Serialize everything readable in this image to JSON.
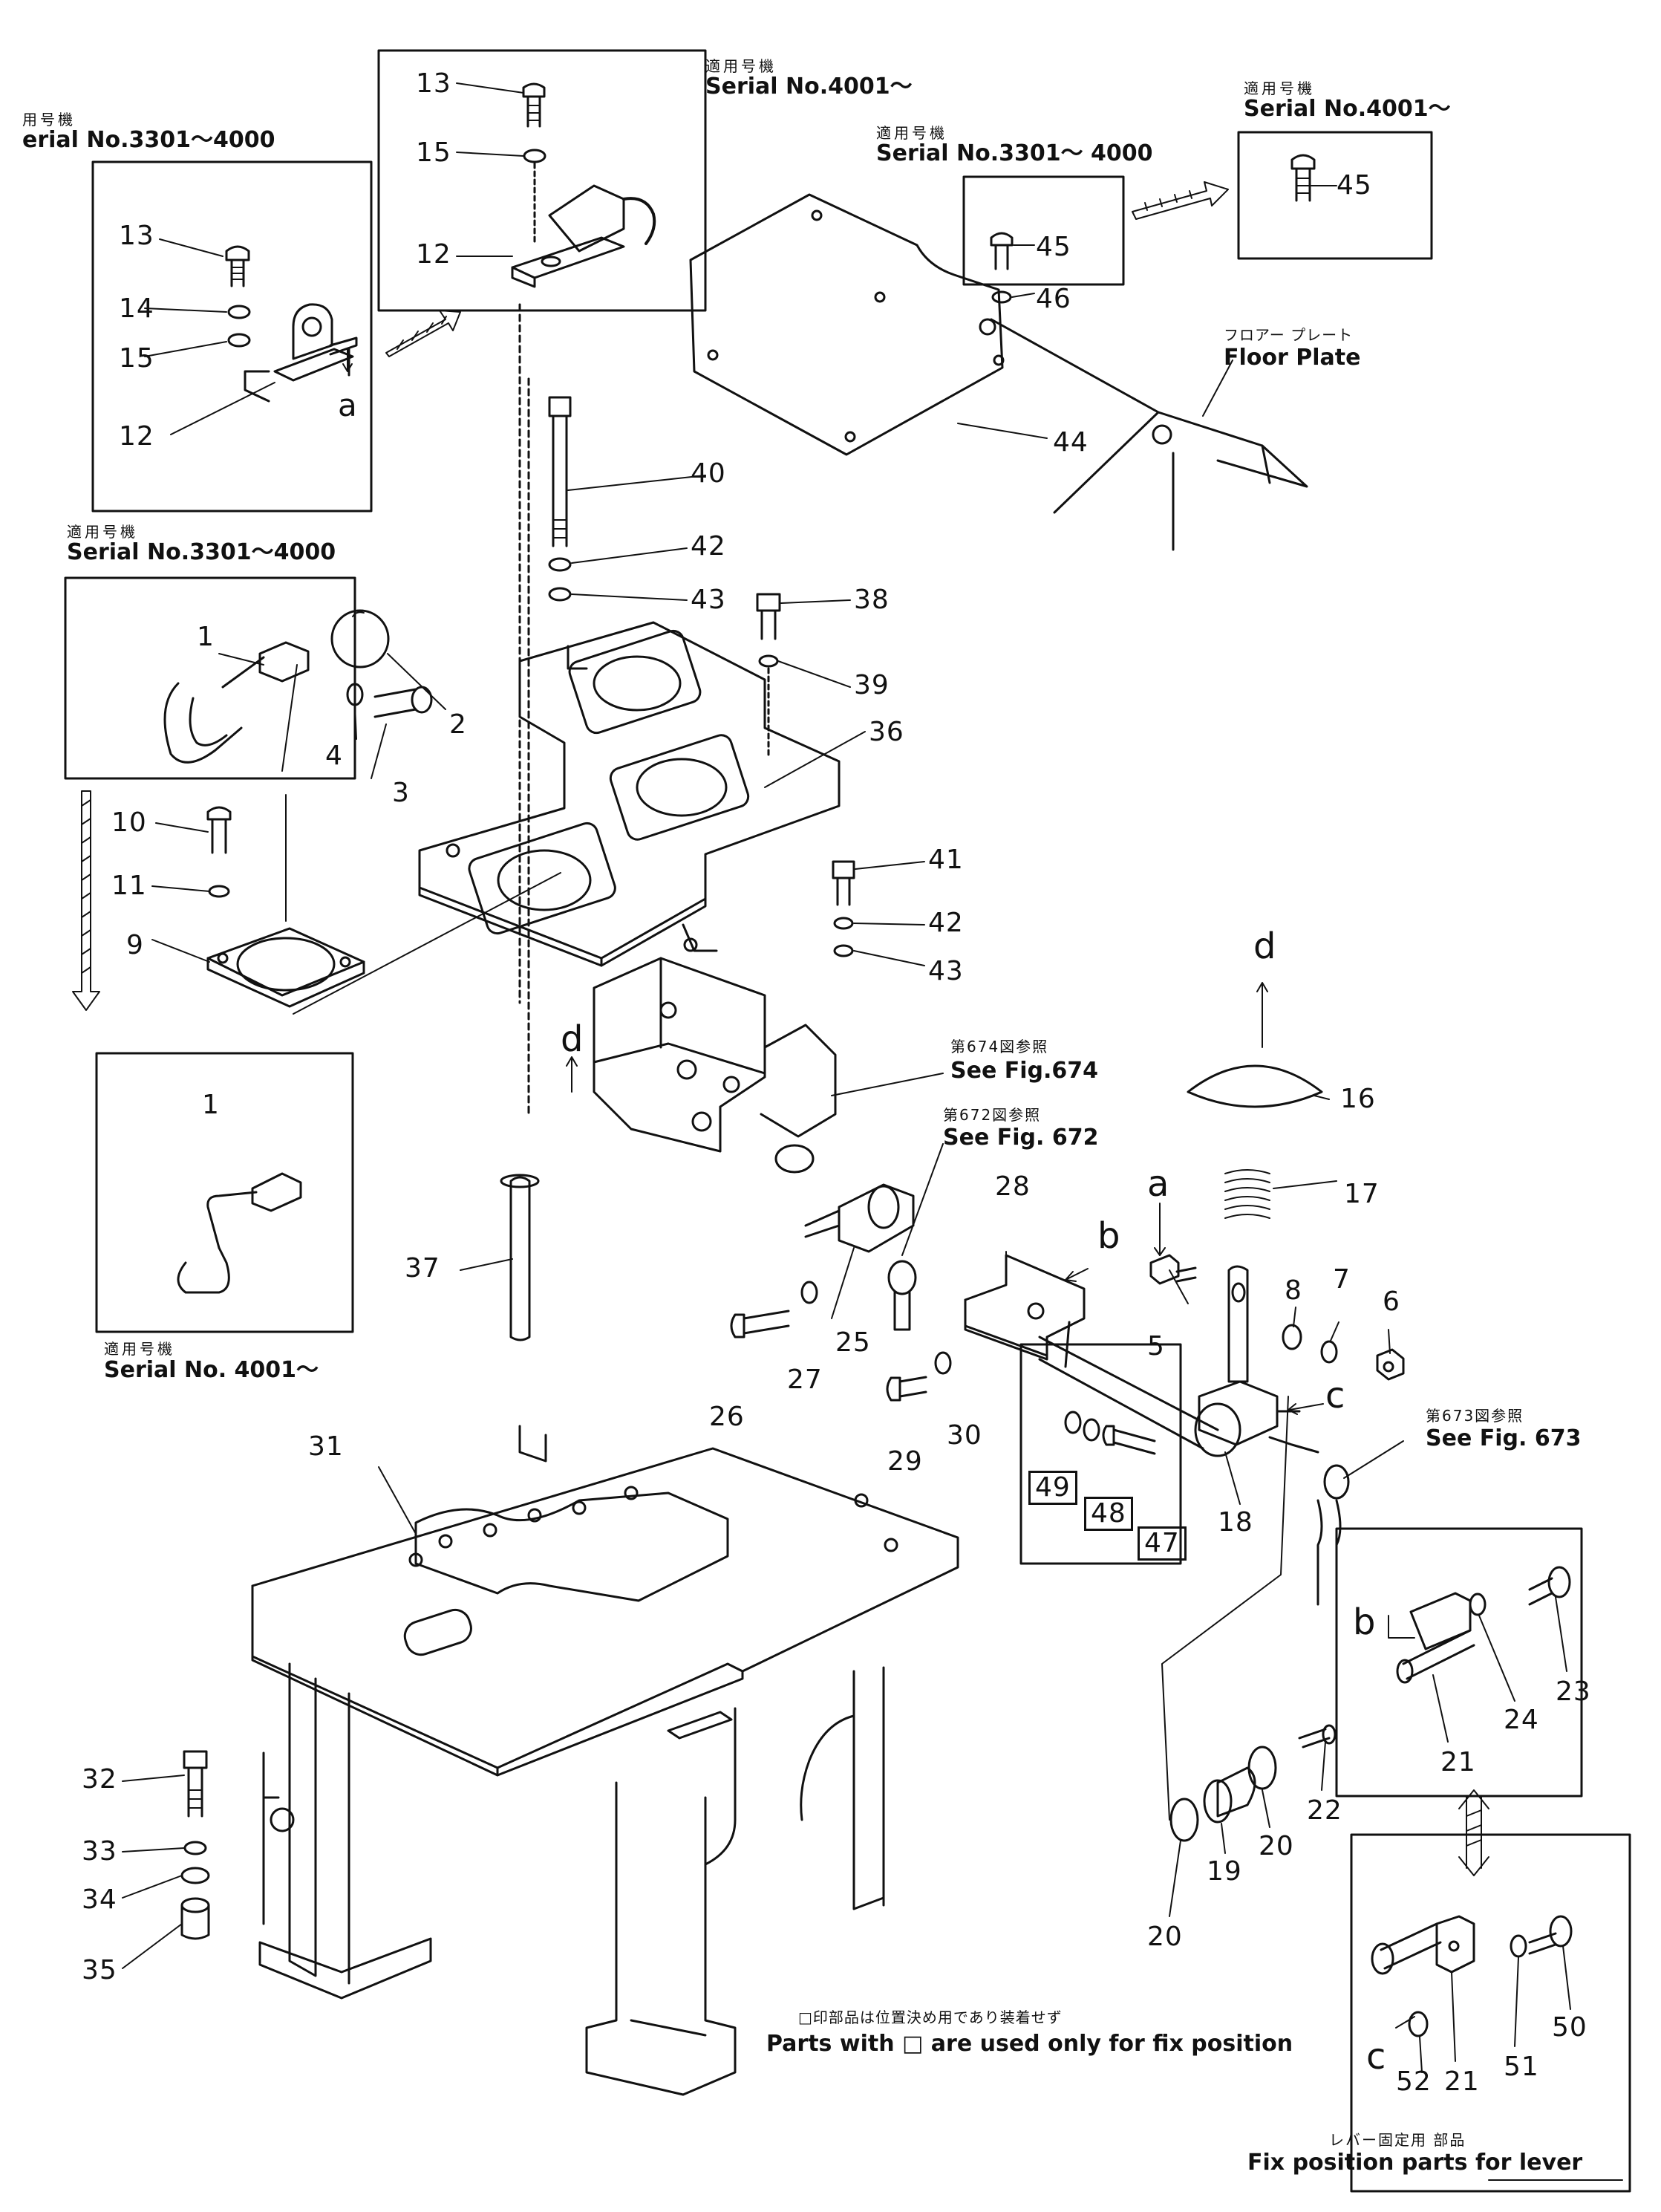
{
  "inset_top_left": {
    "jp": "用号機",
    "serial": "erial  No.3301～4000",
    "parts": [
      "13",
      "14",
      "15",
      "12"
    ],
    "marker": "a"
  },
  "inset_top_mid": {
    "jp": "適用号機",
    "serial": "Serial  No.4001～",
    "parts": [
      "13",
      "15",
      "12"
    ]
  },
  "inset_top_right_a": {
    "jp": "適用号機",
    "serial": "Serial  No.3301～ 4000",
    "parts": [
      "45",
      "46"
    ]
  },
  "inset_top_right_b": {
    "jp": "適用号機",
    "serial": "Serial  No.4001～",
    "parts": [
      "45"
    ]
  },
  "floor": {
    "jp": "フロアー プレート",
    "en": "Floor  Plate"
  },
  "inset_lever_a": {
    "jp": "適用号機",
    "serial": "Serial  No.3301～4000",
    "parts": [
      "1",
      "2",
      "4",
      "3"
    ]
  },
  "inset_lever_b": {
    "jp": "適用号機",
    "serial": "Serial  No. 4001～",
    "parts": [
      "1"
    ]
  },
  "ref674": {
    "jp": "第674図参照",
    "en": "See Fig.674"
  },
  "ref672": {
    "jp": "第672図参照",
    "en": "See Fig. 672"
  },
  "ref673": {
    "jp": "第673図参照",
    "en": "See Fig. 673"
  },
  "note": {
    "jp": "□印部品は位置決め用であり装着せず",
    "en": "Parts with □ are used only for fix position"
  },
  "fix": {
    "jp": "レバー固定用  部品",
    "en": "Fix position parts for lever"
  },
  "part_numbers": {
    "p44": "44",
    "p40": "40",
    "p42a": "42",
    "p43a": "43",
    "p38": "38",
    "p39": "39",
    "p36": "36",
    "p41": "41",
    "p42b": "42",
    "p43b": "43",
    "p10": "10",
    "p11": "11",
    "p9": "9",
    "p37": "37",
    "p31": "31",
    "p32": "32",
    "p33": "33",
    "p34": "34",
    "p35": "35",
    "p16": "16",
    "p17": "17",
    "p28": "28",
    "p26": "26",
    "p27": "27",
    "p25": "25",
    "p29": "29",
    "p30": "30",
    "p5": "5",
    "p8": "8",
    "p7": "7",
    "p6": "6",
    "p18": "18",
    "p49": "49",
    "p48": "48",
    "p47": "47",
    "p23": "23",
    "p24": "24",
    "p21a": "21",
    "p22": "22",
    "p20a": "20",
    "p20b": "20",
    "p19": "19",
    "p50": "50",
    "p51": "51",
    "p52": "52",
    "p21b": "21"
  },
  "markers": {
    "d_top": "d",
    "d_left": "d",
    "a": "a",
    "b": "b",
    "c": "c",
    "b2": "b",
    "c2": "c"
  }
}
